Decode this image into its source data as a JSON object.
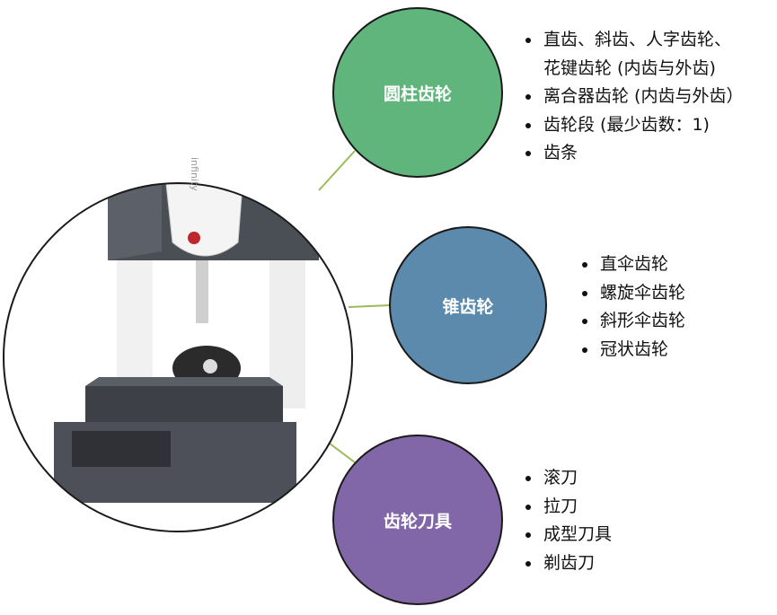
{
  "colors": {
    "cylindrical": "#5fb57b",
    "bevel": "#5b8aad",
    "tools": "#8166a8",
    "connector": "#9bbb59"
  },
  "photo": {
    "brand_text": "infinity"
  },
  "groups": [
    {
      "title": "圆柱齿轮",
      "items": [
        "直齿、斜齿、人字齿轮、",
        "花键齿轮 (内齿与外齿)",
        "离合器齿轮 (内齿与外齿）",
        "齿轮段 (最少齿数：1)",
        "齿条"
      ]
    },
    {
      "title": "锥齿轮",
      "items": [
        "直伞齿轮",
        "螺旋伞齿轮",
        "斜形伞齿轮",
        "冠状齿轮"
      ]
    },
    {
      "title": "齿轮刀具",
      "items": [
        "滚刀",
        "拉刀",
        "成型刀具",
        "剃齿刀"
      ]
    }
  ]
}
